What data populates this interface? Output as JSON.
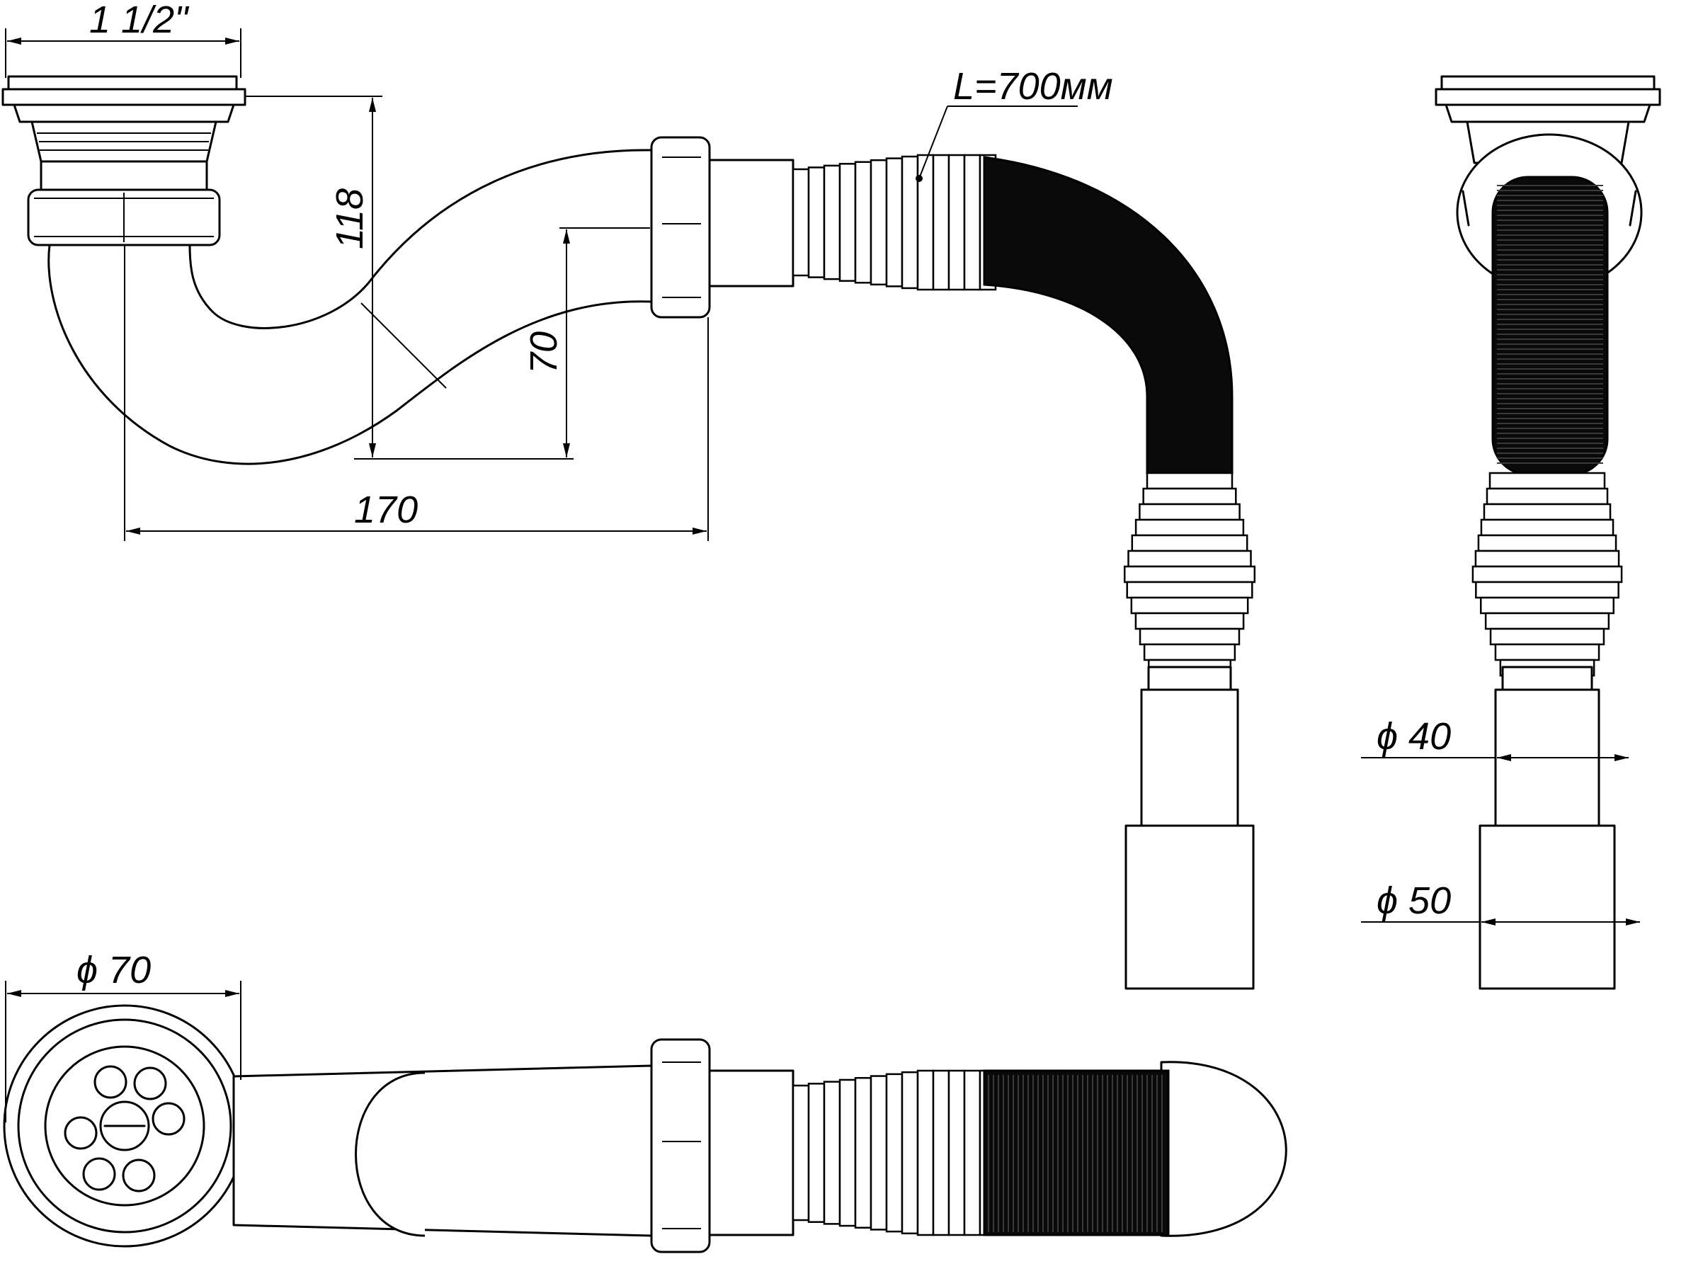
{
  "dimensions": {
    "thread": "1 1/2\"",
    "height_total": "118",
    "height_outlet": "70",
    "length_trap": "170",
    "hose_length": "L=700мм",
    "dia_outlet_small": "ϕ 40",
    "dia_outlet_large": "ϕ 50",
    "dia_strainer": "ϕ 70"
  },
  "colors": {
    "line": "#000000",
    "background": "#ffffff",
    "corrugation": "#0a0a0a"
  },
  "icons": {
    "strainer": "grate-icon",
    "hose": "corrugated-hose-icon"
  }
}
